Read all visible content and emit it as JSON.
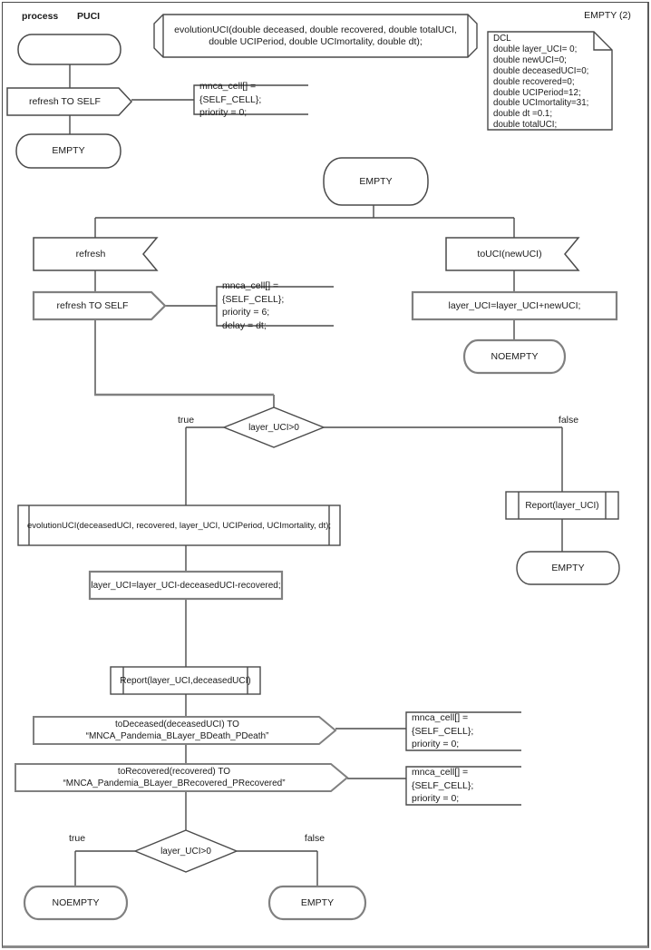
{
  "header": {
    "process_keyword": "process",
    "process_name": "PUCI",
    "page_label": "EMPTY (2)"
  },
  "proc_decl": {
    "text": "evolutionUCI(double deceased, double recovered, double totalUCI,\ndouble UCIPeriod, double UCImortality, double dt);"
  },
  "dcl_note": {
    "text": "DCL\ndouble layer_UCI= 0;\ndouble newUCI=0;\ndouble deceasedUCI=0;\ndouble recovered=0;\ndouble UCIPeriod=12;\ndouble UCImortality=31;\ndouble dt =0.1;\ndouble totalUCI;"
  },
  "start_branch": {
    "output": "refresh TO SELF",
    "comment": "mnca_cell[] = {SELF_CELL};\npriority = 0;",
    "state_empty": "EMPTY"
  },
  "main_state": {
    "label": "EMPTY"
  },
  "refresh_branch": {
    "input": "refresh",
    "output": "refresh TO SELF",
    "comment": "mnca_cell[] = {SELF_CELL};\npriority = 6;\ndelay = dt;"
  },
  "touci_branch": {
    "input": "toUCI(newUCI)",
    "task": "layer_UCI=layer_UCI+newUCI;",
    "state": "NOEMPTY"
  },
  "decision1": {
    "label": "layer_UCI>0",
    "true_label": "true",
    "false_label": "false"
  },
  "false_branch": {
    "report": "Report(layer_UCI)",
    "state": "EMPTY"
  },
  "true_branch": {
    "proc_call": "evolutionUCI(deceasedUCI, recovered, layer_UCI, UCIPeriod, UCImortality, dt);",
    "task": "layer_UCI=layer_UCI-deceasedUCI-recovered;",
    "report": "Report(layer_UCI,deceasedUCI)",
    "output_deceased": "toDeceased(deceasedUCI) TO “MNCA_Pandemia_BLayer_BDeath_PDeath”",
    "comment_deceased": "mnca_cell[] = {SELF_CELL};\npriority = 0;",
    "output_recovered": "toRecovered(recovered) TO “MNCA_Pandemia_BLayer_BRecovered_PRecovered”",
    "comment_recovered": "mnca_cell[] = {SELF_CELL};\npriority = 0;"
  },
  "decision2": {
    "label": "layer_UCI>0",
    "true_label": "true",
    "false_label": "false",
    "state_true": "NOEMPTY",
    "state_false": "EMPTY"
  }
}
